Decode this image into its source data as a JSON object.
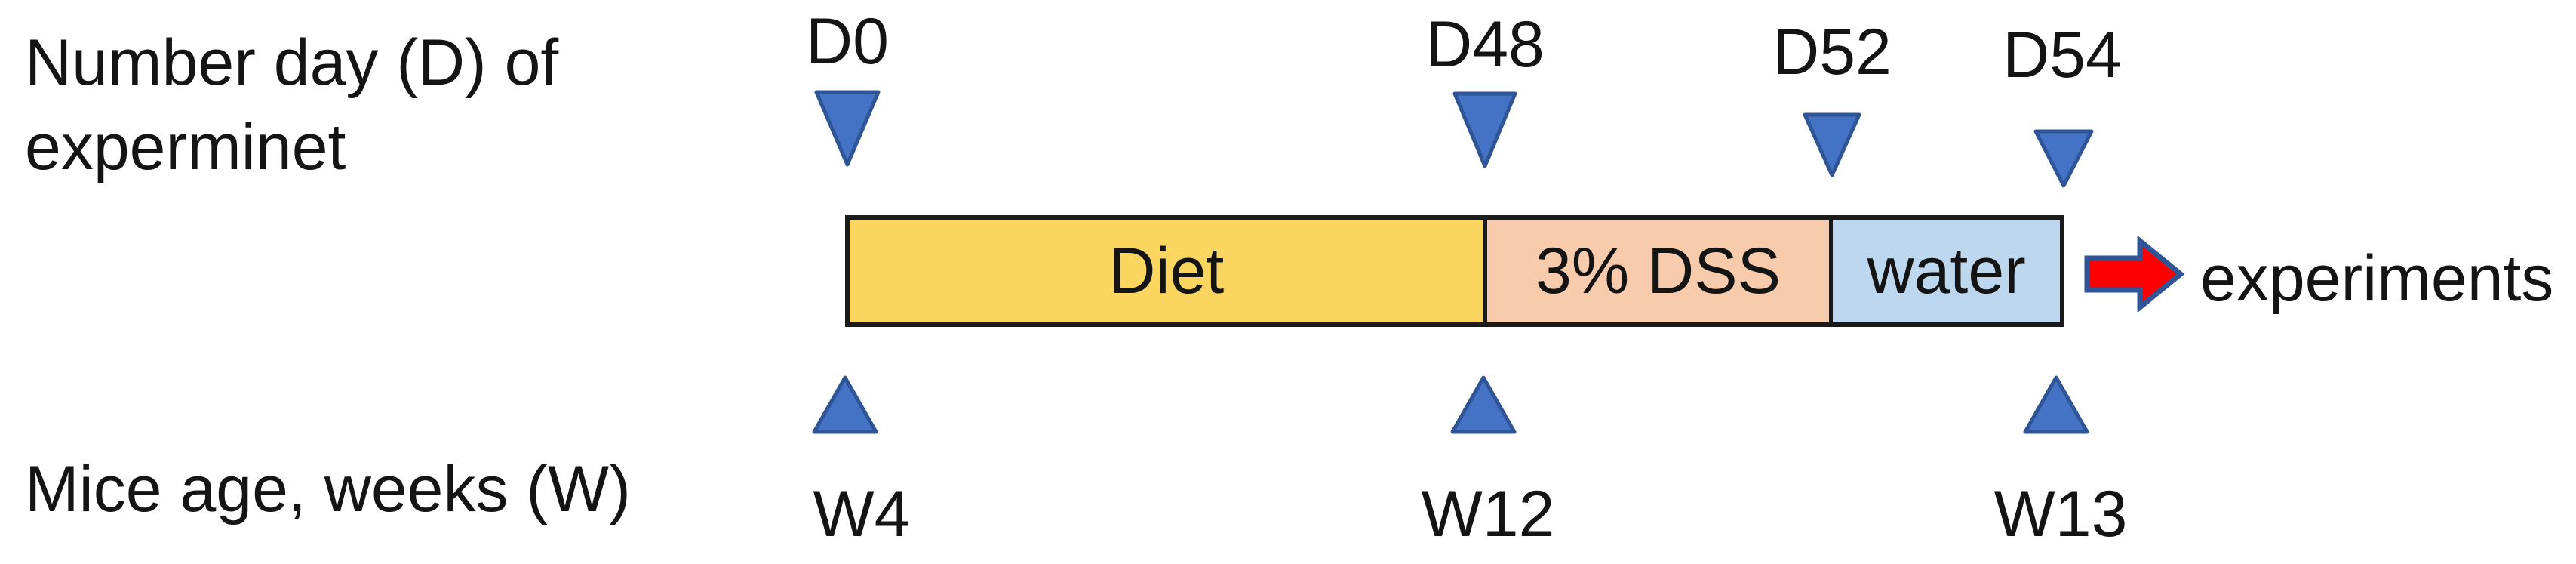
{
  "axis_labels": {
    "top_left_line1": "Number day (D) of",
    "top_left_line2": "experminet",
    "bottom_left": "Mice age, weeks (W)"
  },
  "day_markers": [
    {
      "label": "D0",
      "day": 0
    },
    {
      "label": "D48",
      "day": 48
    },
    {
      "label": "D52",
      "day": 52
    },
    {
      "label": "D54",
      "day": 54
    }
  ],
  "week_markers": [
    {
      "label": "W4",
      "week": 4
    },
    {
      "label": "W12",
      "week": 12
    },
    {
      "label": "W13",
      "week": 13
    }
  ],
  "timeline_bar": {
    "segments": [
      {
        "label": "Diet",
        "color": "#FAD55F"
      },
      {
        "label": "3% DSS",
        "color": "#F8CBAD"
      },
      {
        "label": "water",
        "color": "#BDD7EE"
      }
    ]
  },
  "outcome": {
    "label": "experiments"
  },
  "colors": {
    "marker_fill": "#4472C4",
    "marker_stroke": "#2F5597",
    "arrow_fill": "#FF0000",
    "arrow_stroke": "#2F5597",
    "bar_border": "#1A1A1A",
    "text": "#141414",
    "background": "#FFFFFF"
  }
}
